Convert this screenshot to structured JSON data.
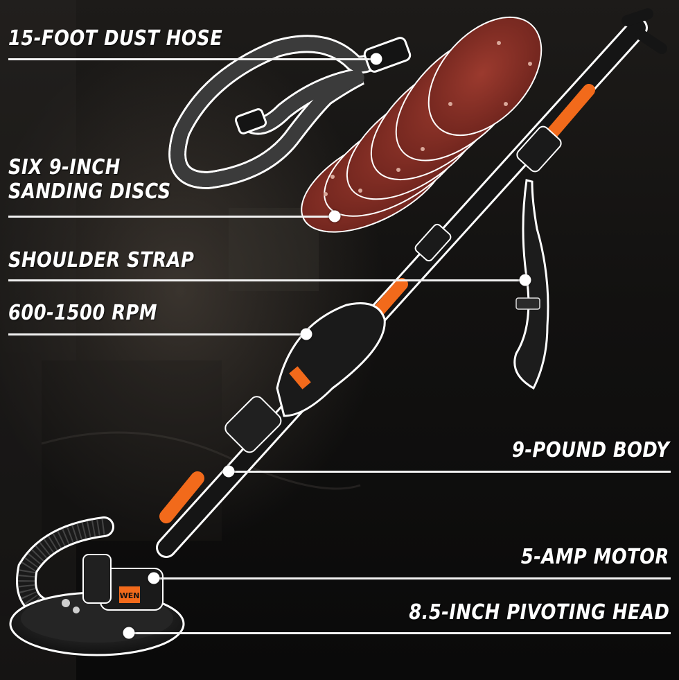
{
  "callouts": {
    "dust_hose": "15-FOOT DUST HOSE",
    "discs_line1": "SIX 9-INCH",
    "discs_line2": "SANDING DISCS",
    "shoulder_strap": "SHOULDER STRAP",
    "rpm": "600-1500 RPM",
    "body": "9-POUND BODY",
    "motor": "5-AMP MOTOR",
    "head": "8.5-INCH PIVOTING HEAD"
  },
  "brand_badge": "WEN",
  "colors": {
    "accent_orange": "#f26a1b",
    "tool_black": "#151515",
    "disc_red": "#8a3128",
    "callout_text": "#ffffff"
  }
}
